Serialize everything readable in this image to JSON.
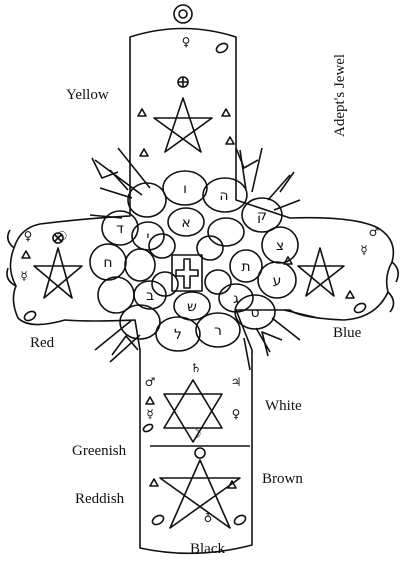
{
  "title": "Adept's Jewel",
  "colors": {
    "top": "Yellow",
    "left": "Red",
    "right": "Blue",
    "center": "White",
    "lower_left_upper": "Greenish",
    "lower_right": "Brown",
    "lower_left_lower": "Reddish",
    "bottom": "Black"
  },
  "hebrew_letters": [
    "ה",
    "ו",
    "ק",
    "צ",
    "ת",
    "ע",
    "ס",
    "ג",
    "ב",
    "א",
    "ד",
    "ח",
    "ש",
    "ל",
    "י",
    "ר"
  ],
  "planet_symbols": [
    "♀",
    "☉",
    "♂",
    "♃",
    "☿",
    "♄",
    "☽",
    "♁"
  ],
  "stroke_color": "#111111"
}
